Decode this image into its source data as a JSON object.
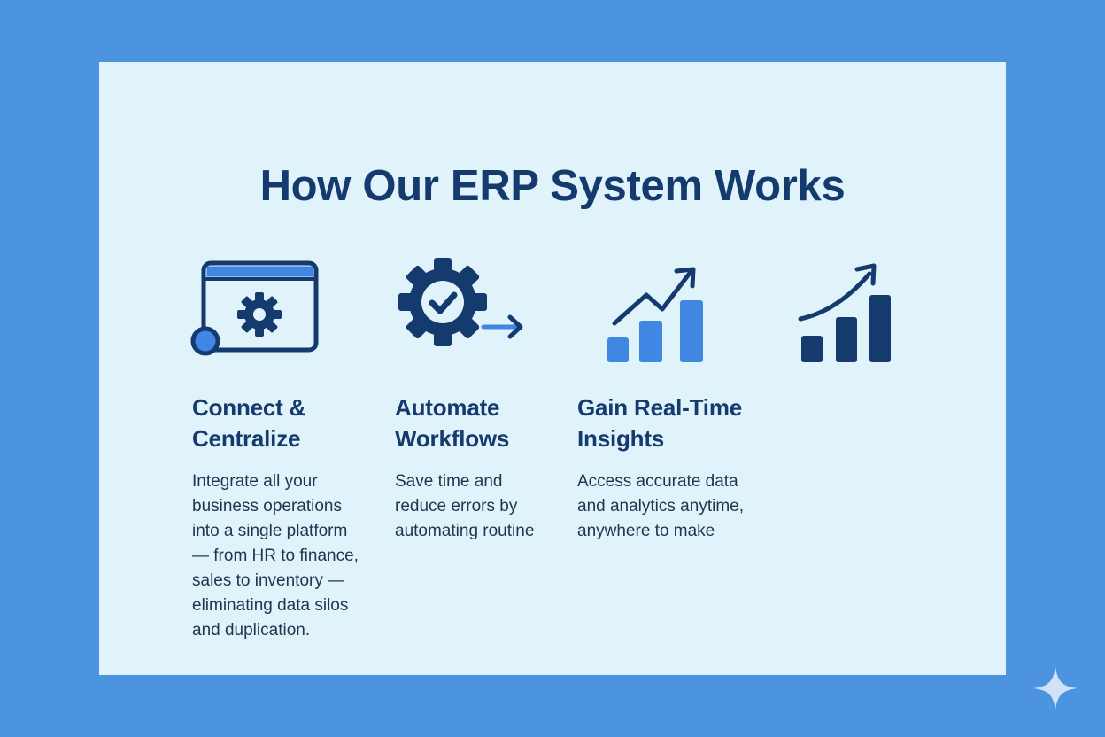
{
  "colors": {
    "frame": "#4c93e0",
    "card": "#e0f3fb",
    "navy": "#143a6e",
    "text": "#1f3450",
    "accent": "#3f87e3",
    "sparkle": "#cfe2f8"
  },
  "title": "How Our ERP System Works",
  "features": [
    {
      "icon": "browser-window-gear-icon",
      "heading": "Connect &\nCentralize",
      "text": "Integrate all your\nbusiness operations\ninto a single platform\n— from HR to finance,\nsales to inventory —\neliminating data silos\nand duplication."
    },
    {
      "icon": "gear-check-arrow-icon",
      "heading": "Automate\nWorkflows",
      "text": "Save time and\nreduce errors by\nautomating routine"
    },
    {
      "icon": "growth-chart-icon",
      "heading": "Gain Real-Time\nInsights",
      "text": "Access accurate data\nand analytics anytime,\nanywhere to make"
    },
    {
      "icon": "growth-chart-dark-icon"
    }
  ],
  "decoration": {
    "icon": "sparkle-icon"
  }
}
